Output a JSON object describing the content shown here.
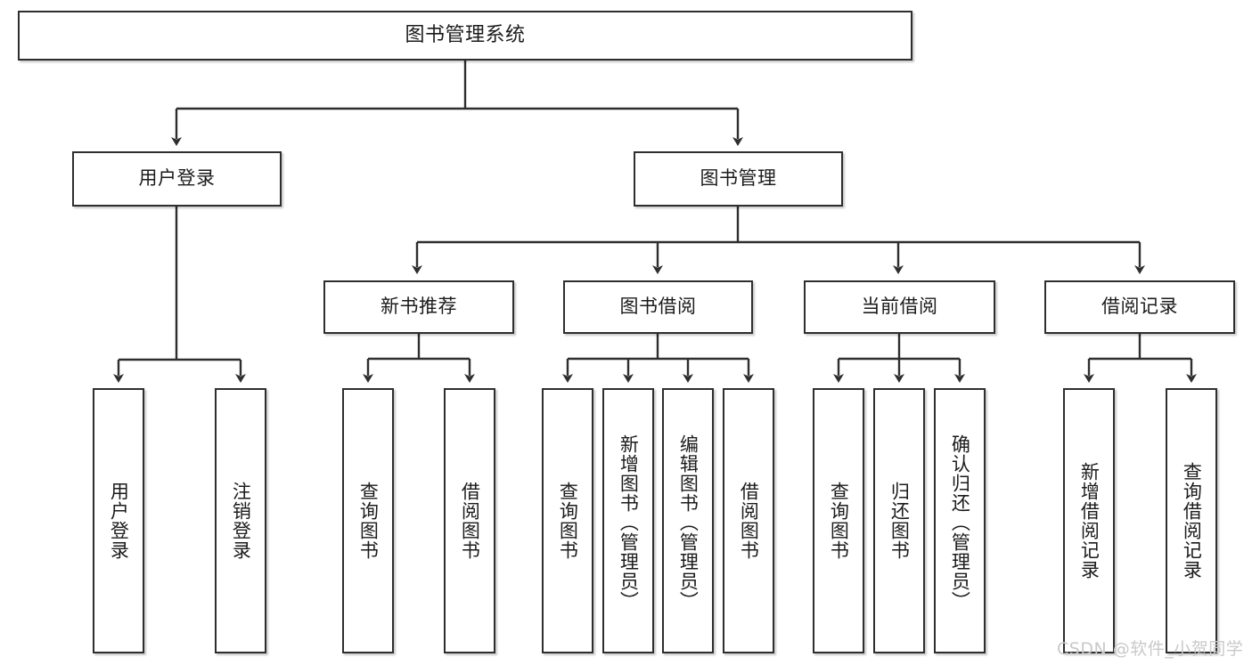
{
  "diagram": {
    "title": "图书管理系统",
    "type": "tree-hierarchy",
    "root": {
      "label": "图书管理系统"
    },
    "level2": [
      {
        "label": "用户登录"
      },
      {
        "label": "图书管理"
      }
    ],
    "level3": [
      {
        "label": "新书推荐"
      },
      {
        "label": "图书借阅"
      },
      {
        "label": "当前借阅"
      },
      {
        "label": "借阅记录"
      }
    ],
    "leaves": {
      "user_login": [
        {
          "label": "用户登录"
        },
        {
          "label": "注销登录"
        }
      ],
      "new_book_recommend": [
        {
          "label": "查询图书"
        },
        {
          "label": "借阅图书"
        }
      ],
      "book_borrow": [
        {
          "label": "查询图书"
        },
        {
          "label": "新增图书（管理员）"
        },
        {
          "label": "编辑图书（管理员）"
        },
        {
          "label": "借阅图书"
        }
      ],
      "current_borrow": [
        {
          "label": "查询图书"
        },
        {
          "label": "归还图书"
        },
        {
          "label": "确认归还（管理员）"
        }
      ],
      "borrow_record": [
        {
          "label": "新增借阅记录"
        },
        {
          "label": "查询借阅记录"
        }
      ]
    }
  },
  "watermark": {
    "text": "CSDN @软件_小贺同学"
  },
  "colors": {
    "border": "#2e2e2e",
    "background": "#ffffff",
    "text": "#1b1b1b",
    "watermark": "#c9c9c9"
  }
}
